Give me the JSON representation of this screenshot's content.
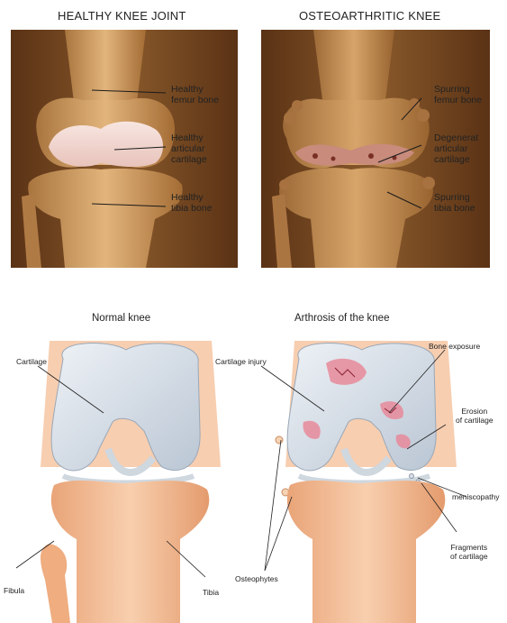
{
  "top": {
    "healthy": {
      "title": "HEALTHY KNEE JOINT",
      "labels": {
        "femur": [
          "Healthy",
          "femur bone"
        ],
        "cartilage": [
          "Healthy",
          "articular",
          "cartilage"
        ],
        "tibia": [
          "Healthy",
          "tibia bone"
        ]
      }
    },
    "osteo": {
      "title": "OSTEOARTHRITIC KNEE",
      "labels": {
        "femur": [
          "Spurring",
          "femur bone"
        ],
        "cartilage": [
          "Degenerat",
          "articular",
          "cartilage"
        ],
        "tibia": [
          "Spurring",
          "tibia bone"
        ]
      }
    }
  },
  "bottom": {
    "normal": {
      "title": "Normal knee",
      "labels": {
        "cartilage": "Cartilage",
        "fibula": "Fibula",
        "tibia": "Tibia"
      }
    },
    "arthrosis": {
      "title": "Arthrosis of the knee",
      "labels": {
        "cartilage_injury": "Cartilage injury",
        "bone_exposure": "Bone exposure",
        "erosion": [
          "Erosion",
          "of cartilage"
        ],
        "meniscopathy": "meniscopathy",
        "fragments": [
          "Fragments",
          "of cartilage"
        ],
        "osteophytes": "Osteophytes"
      }
    }
  },
  "colors": {
    "bone_dark": "#8a5a2b",
    "bone_light": "#d9a86a",
    "cartilage": "#f2d8d3",
    "skin_orange": "#f3b98f",
    "cartilage_blue": "#c9d3df",
    "injury_pink": "#e8899a"
  }
}
